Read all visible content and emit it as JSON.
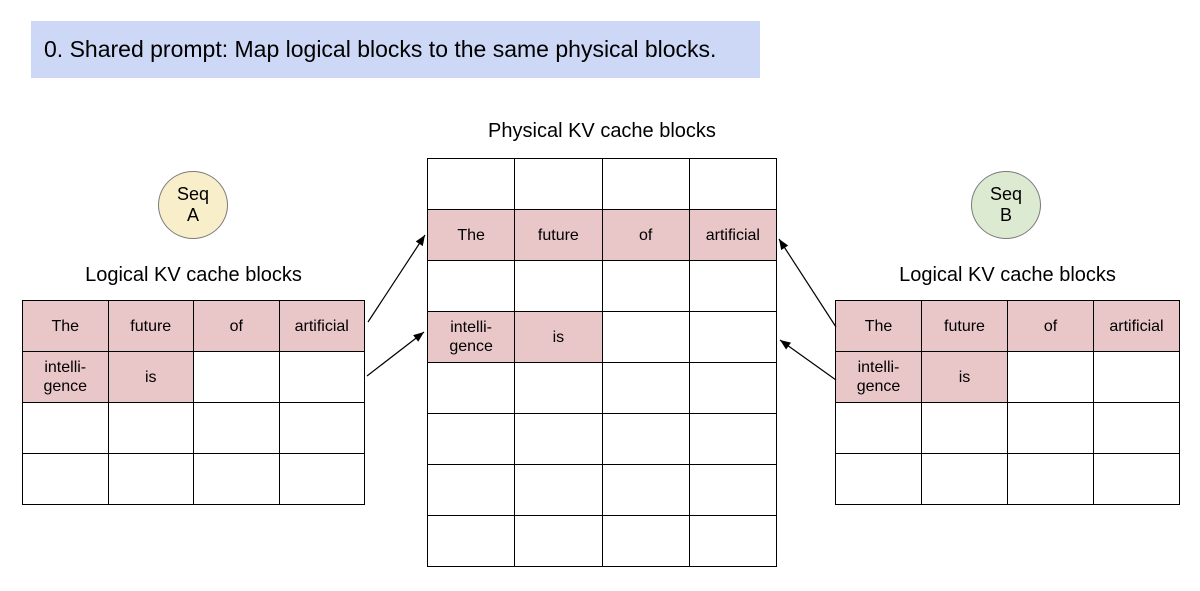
{
  "banner": {
    "text": "0. Shared prompt: Map logical blocks to the same physical blocks."
  },
  "colors": {
    "banner_bg": "#cdd8f6",
    "cell_pink": "#e9c6c7",
    "seq_a_fill": "#f8efca",
    "seq_b_fill": "#dcead2",
    "circle_border": "#7a7a7a",
    "table_border": "#000000"
  },
  "seq_a_badge": {
    "line1": "Seq",
    "line2": "A"
  },
  "seq_b_badge": {
    "line1": "Seq",
    "line2": "B"
  },
  "physical_table": {
    "title": "Physical KV cache blocks",
    "rows": [
      [
        {
          "t": "",
          "f": false
        },
        {
          "t": "",
          "f": false
        },
        {
          "t": "",
          "f": false
        },
        {
          "t": "",
          "f": false
        }
      ],
      [
        {
          "t": "The",
          "f": true
        },
        {
          "t": "future",
          "f": true
        },
        {
          "t": "of",
          "f": true
        },
        {
          "t": "artificial",
          "f": true
        }
      ],
      [
        {
          "t": "",
          "f": false
        },
        {
          "t": "",
          "f": false
        },
        {
          "t": "",
          "f": false
        },
        {
          "t": "",
          "f": false
        }
      ],
      [
        {
          "t": "intelli-\ngence",
          "f": true
        },
        {
          "t": "is",
          "f": true
        },
        {
          "t": "",
          "f": false
        },
        {
          "t": "",
          "f": false
        }
      ],
      [
        {
          "t": "",
          "f": false
        },
        {
          "t": "",
          "f": false
        },
        {
          "t": "",
          "f": false
        },
        {
          "t": "",
          "f": false
        }
      ],
      [
        {
          "t": "",
          "f": false
        },
        {
          "t": "",
          "f": false
        },
        {
          "t": "",
          "f": false
        },
        {
          "t": "",
          "f": false
        }
      ],
      [
        {
          "t": "",
          "f": false
        },
        {
          "t": "",
          "f": false
        },
        {
          "t": "",
          "f": false
        },
        {
          "t": "",
          "f": false
        }
      ],
      [
        {
          "t": "",
          "f": false
        },
        {
          "t": "",
          "f": false
        },
        {
          "t": "",
          "f": false
        },
        {
          "t": "",
          "f": false
        }
      ]
    ]
  },
  "left_section": {
    "heading": "Logical KV cache blocks",
    "rows": [
      [
        {
          "t": "The",
          "f": true
        },
        {
          "t": "future",
          "f": true
        },
        {
          "t": "of",
          "f": true
        },
        {
          "t": "artificial",
          "f": true
        }
      ],
      [
        {
          "t": "intelli-\ngence",
          "f": true
        },
        {
          "t": "is",
          "f": true
        },
        {
          "t": "",
          "f": false
        },
        {
          "t": "",
          "f": false
        }
      ],
      [
        {
          "t": "",
          "f": false
        },
        {
          "t": "",
          "f": false
        },
        {
          "t": "",
          "f": false
        },
        {
          "t": "",
          "f": false
        }
      ],
      [
        {
          "t": "",
          "f": false
        },
        {
          "t": "",
          "f": false
        },
        {
          "t": "",
          "f": false
        },
        {
          "t": "",
          "f": false
        }
      ]
    ]
  },
  "right_section": {
    "heading": "Logical KV cache blocks",
    "rows": [
      [
        {
          "t": "The",
          "f": true
        },
        {
          "t": "future",
          "f": true
        },
        {
          "t": "of",
          "f": true
        },
        {
          "t": "artificial",
          "f": true
        }
      ],
      [
        {
          "t": "intelli-\ngence",
          "f": true
        },
        {
          "t": "is",
          "f": true
        },
        {
          "t": "",
          "f": false
        },
        {
          "t": "",
          "f": false
        }
      ],
      [
        {
          "t": "",
          "f": false
        },
        {
          "t": "",
          "f": false
        },
        {
          "t": "",
          "f": false
        },
        {
          "t": "",
          "f": false
        }
      ],
      [
        {
          "t": "",
          "f": false
        },
        {
          "t": "",
          "f": false
        },
        {
          "t": "",
          "f": false
        },
        {
          "t": "",
          "f": false
        }
      ]
    ]
  }
}
